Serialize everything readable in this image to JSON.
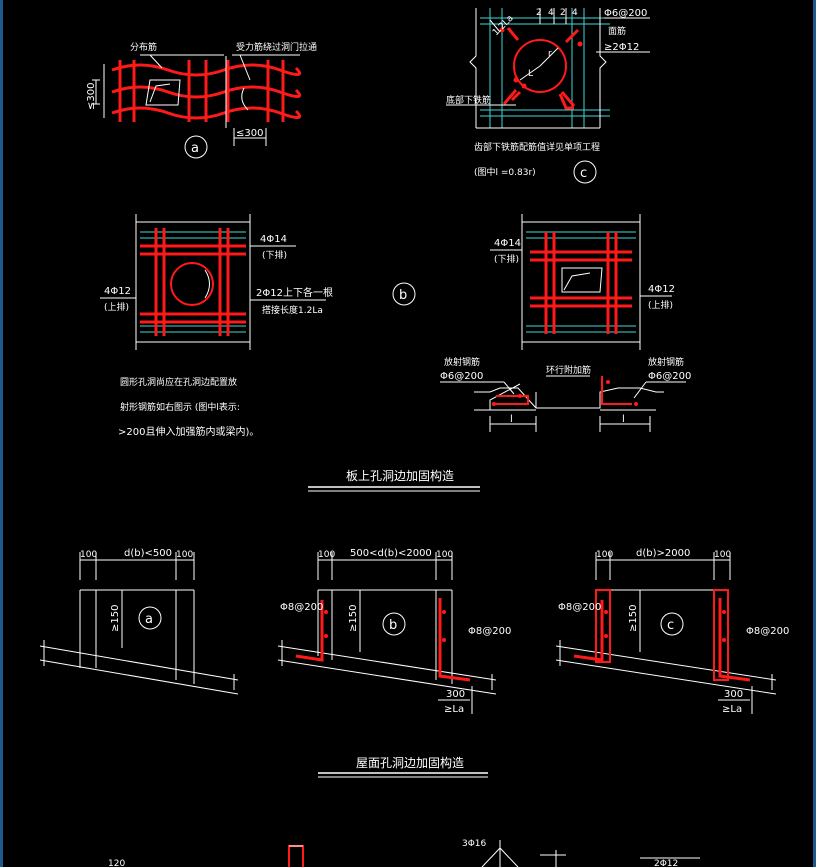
{
  "sections": {
    "slab_title": "板上孔洞边加固构造",
    "roof_title": "屋面孔洞边加固构造"
  },
  "detail_a": {
    "label_left": "分布筋",
    "label_right": "受力筋绕过洞门拉通",
    "dim_left": "≤300",
    "dim_bottom": "≤300",
    "tag": "a"
  },
  "detail_c": {
    "top_labels": [
      "2",
      "4",
      "2",
      "4"
    ],
    "r1": "Φ6@200",
    "r1b": "面筋",
    "r2": "≥2Φ12",
    "r3": "底部下铁筋",
    "dim_l": "L",
    "dim_r": "r",
    "dim_12la": "1.2La",
    "note1": "齿部下铁筋配筋值详见单项工程",
    "note2": "(图中l =0.83r)",
    "tag": "c"
  },
  "detail_b": {
    "tag": "b",
    "left_top": "4Φ14",
    "left_top_sub": "(下排)",
    "left_side": "4Φ12",
    "left_side_sub": "(上排)",
    "left_right1": "2Φ12上下各一根",
    "left_right2": "搭接长度1.2La",
    "right_top": "4Φ14",
    "right_top_sub": "(下排)",
    "right_side": "4Φ12",
    "right_side_sub": "(上排)",
    "note1": "圆形孔洞尚应在孔洞边配置放",
    "note2": "射形钢筋如右图示 (图中l表示:",
    "note3": ">200且伸入加强筋内或梁内)。"
  },
  "sections_small": {
    "left_label1": "放射钢筋",
    "left_label2": "Φ6@200",
    "mid_label": "环行附加筋",
    "right_label1": "放射钢筋",
    "right_label2": "Φ6@200",
    "dim": "l"
  },
  "roof": {
    "a": {
      "dim_l": "100",
      "dim_m": "d(b)<500",
      "dim_r": "100",
      "vert": "≥150",
      "tag": "a"
    },
    "b": {
      "dim_l": "100",
      "dim_m": "500<d(b)<2000",
      "dim_r": "100",
      "vert": "≥150",
      "left": "Φ8@200",
      "right": "Φ8@200",
      "dim_bot": "300",
      "dim_la": "≥La",
      "tag": "b"
    },
    "c": {
      "dim_l": "100",
      "dim_m": "d(b)>2000",
      "dim_r": "100",
      "vert": "≥150",
      "left": "Φ8@200",
      "right": "Φ8@200",
      "dim_bot": "300",
      "dim_la": "≥La",
      "tag": "c"
    }
  },
  "bottom_partial": {
    "t1": "120",
    "t2": "3Φ16",
    "t3": "2Φ12"
  },
  "colors": {
    "line": "#ffffff",
    "rebar": "#ff1a1a",
    "grid": "#3fd6d6",
    "frame": "#1e5a8c"
  }
}
